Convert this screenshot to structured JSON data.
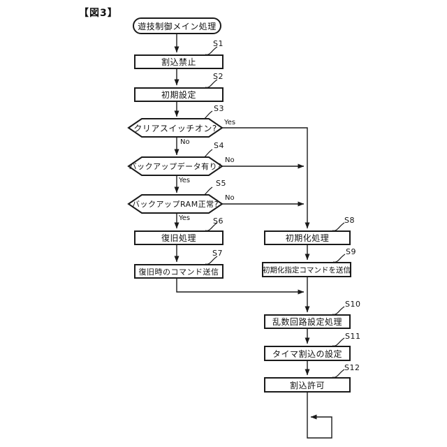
{
  "figure": {
    "title": "【図3】"
  },
  "flowchart": {
    "start": {
      "label": "遊技制御メイン処理"
    },
    "nodes": [
      {
        "id": "S1",
        "label": "割込禁止",
        "type": "process"
      },
      {
        "id": "S2",
        "label": "初期設定",
        "type": "process"
      },
      {
        "id": "S3",
        "label": "クリアスイッチオン?",
        "type": "decision",
        "yes": "Yes",
        "no": "No"
      },
      {
        "id": "S4",
        "label": "バックアップデータ有り?",
        "type": "decision",
        "yes": "Yes",
        "no": "No"
      },
      {
        "id": "S5",
        "label": "バックアップRAM正常?",
        "type": "decision",
        "yes": "Yes",
        "no": "No"
      },
      {
        "id": "S6",
        "label": "復旧処理",
        "type": "process"
      },
      {
        "id": "S7",
        "label": "復旧時のコマンド送信",
        "type": "process"
      },
      {
        "id": "S8",
        "label": "初期化処理",
        "type": "process"
      },
      {
        "id": "S9",
        "label": "初期化指定コマンドを送信",
        "type": "process"
      },
      {
        "id": "S10",
        "label": "乱数回路設定処理",
        "type": "process"
      },
      {
        "id": "S11",
        "label": "タイマ割込の設定",
        "type": "process"
      },
      {
        "id": "S12",
        "label": "割込許可",
        "type": "process"
      }
    ],
    "colors": {
      "line": "#1a1a1a",
      "background": "#ffffff"
    }
  }
}
